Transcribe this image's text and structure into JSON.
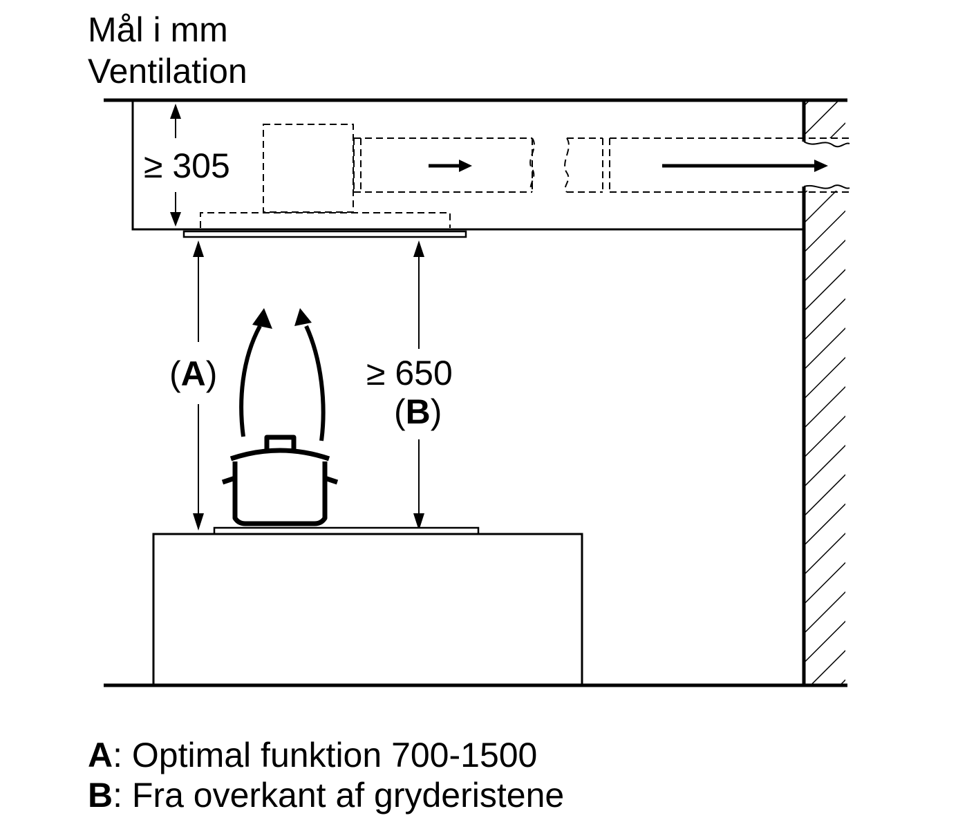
{
  "header": {
    "units": "Mål i mm",
    "mode": "Ventilation"
  },
  "dimensions": {
    "duct_height": "≥ 305",
    "a_label_open": "(",
    "a_label_letter": "A",
    "a_label_close": ")",
    "b_value": "≥ 650",
    "b_label_open": "(",
    "b_label_letter": "B",
    "b_label_close": ")"
  },
  "legend": [
    {
      "key": "A",
      "text": ": Optimal funktion 700-1500"
    },
    {
      "key": "B",
      "text": ": Fra overkant af gryderistene"
    }
  ]
}
